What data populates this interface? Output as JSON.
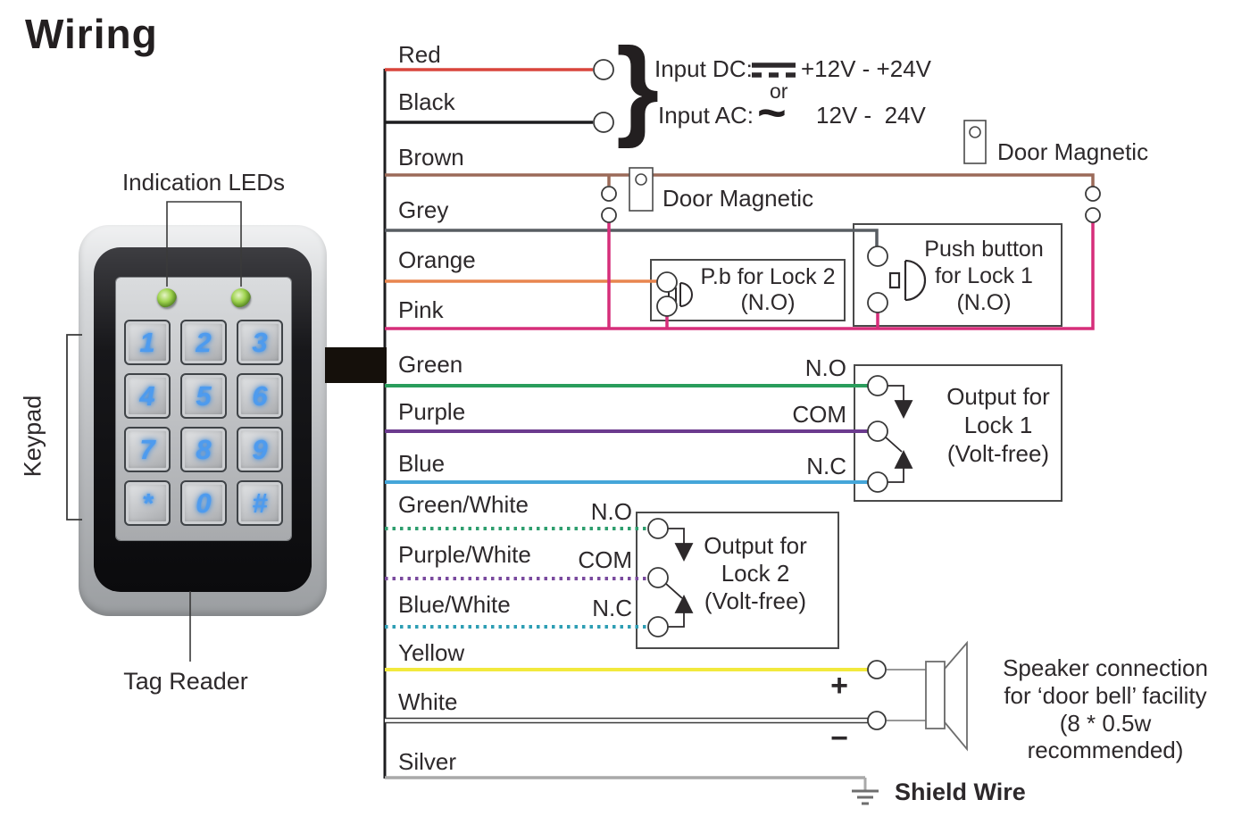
{
  "title": "Wiring",
  "device": {
    "indication_leds_label": "Indication LEDs",
    "keypad_label": "Keypad",
    "tag_reader_label": "Tag Reader",
    "keys": [
      "1",
      "2",
      "3",
      "4",
      "5",
      "6",
      "7",
      "8",
      "9",
      "*",
      "0",
      "#"
    ]
  },
  "wires": [
    {
      "label": "Red",
      "color": "#d9453c"
    },
    {
      "label": "Black",
      "color": "#1d1d1f"
    },
    {
      "label": "Brown",
      "color": "#9b6a58"
    },
    {
      "label": "Grey",
      "color": "#585d62"
    },
    {
      "label": "Orange",
      "color": "#e8854f"
    },
    {
      "label": "Pink",
      "color": "#d62e7a"
    },
    {
      "label": "Green",
      "color": "#2a9d5c"
    },
    {
      "label": "Purple",
      "color": "#6b3a8e"
    },
    {
      "label": "Blue",
      "color": "#45a6d9"
    },
    {
      "label": "Green/White",
      "color": "#2e9e6e",
      "style": "dotted"
    },
    {
      "label": "Purple/White",
      "color": "#7a4a9e",
      "style": "dotted"
    },
    {
      "label": "Blue/White",
      "color": "#2e9eb4",
      "style": "dotted"
    },
    {
      "label": "Yellow",
      "color": "#f2e93d"
    },
    {
      "label": "White",
      "color": "#ffffff"
    },
    {
      "label": "Silver",
      "color": "#a9a9a9"
    }
  ],
  "power": {
    "brace": "}",
    "input_dc_label": "Input DC:",
    "dc_range": "+12V - +24V",
    "or_label": "or",
    "input_ac_label": "Input AC:",
    "ac_symbol": "~",
    "ac_range": "12V -  24V"
  },
  "door_magnetic_top": {
    "label": "Door Magnetic"
  },
  "door_magnetic_left": {
    "label": "Door Magnetic"
  },
  "pb_lock2": {
    "line1": "P.b for Lock 2",
    "line2": "(N.O)"
  },
  "pb_lock1": {
    "line1": "Push button",
    "line2": "for Lock 1",
    "line3": "(N.O)"
  },
  "output_lock1": {
    "no": "N.O",
    "com": "COM",
    "nc": "N.C",
    "line1": "Output for",
    "line2": "Lock 1",
    "line3": "(Volt-free)"
  },
  "output_lock2": {
    "no": "N.O",
    "com": "COM",
    "nc": "N.C",
    "line1": "Output for",
    "line2": "Lock 2",
    "line3": "(Volt-free)"
  },
  "speaker": {
    "plus": "+",
    "minus": "−",
    "line1": "Speaker connection",
    "line2": "for ‘door bell’ facility",
    "line3": "(8 * 0.5w recommended)"
  },
  "shield": {
    "label": "Shield Wire"
  }
}
